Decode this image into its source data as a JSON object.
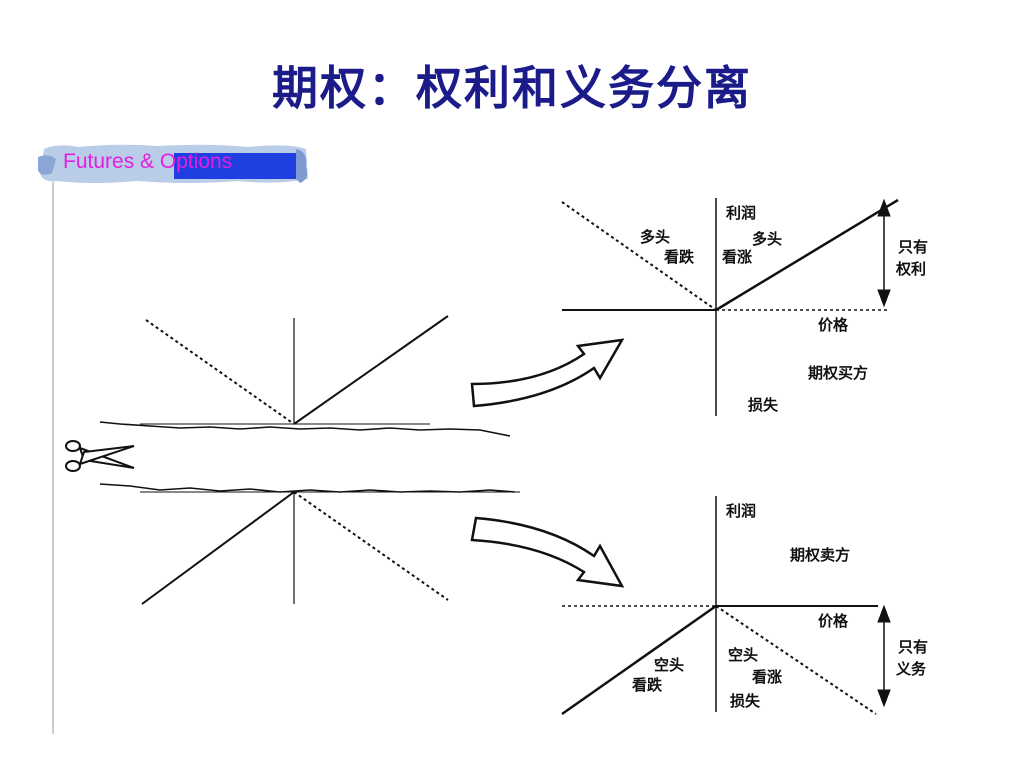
{
  "title": "期权：权利和义务分离",
  "banner": {
    "text": "Futures & Options"
  },
  "buyer": {
    "profit": "利润",
    "long_put_1": "多头",
    "long_put_2": "看跌",
    "long_call_1": "多头",
    "long_call_2": "看涨",
    "rights_1": "只有",
    "rights_2": "权利",
    "price": "价格",
    "role": "期权买方",
    "loss": "损失"
  },
  "seller": {
    "profit": "利润",
    "role": "期权卖方",
    "price": "价格",
    "short_put_1": "空头",
    "short_put_2": "看跌",
    "short_call_1": "空头",
    "short_call_2": "看涨",
    "obligations_1": "只有",
    "obligations_2": "义务",
    "loss": "损失"
  },
  "colors": {
    "title": "#1b1b8a",
    "banner_text": "#e21fe0",
    "banner_bg": "#b9cce8",
    "banner_block": "#1f3fe0"
  }
}
